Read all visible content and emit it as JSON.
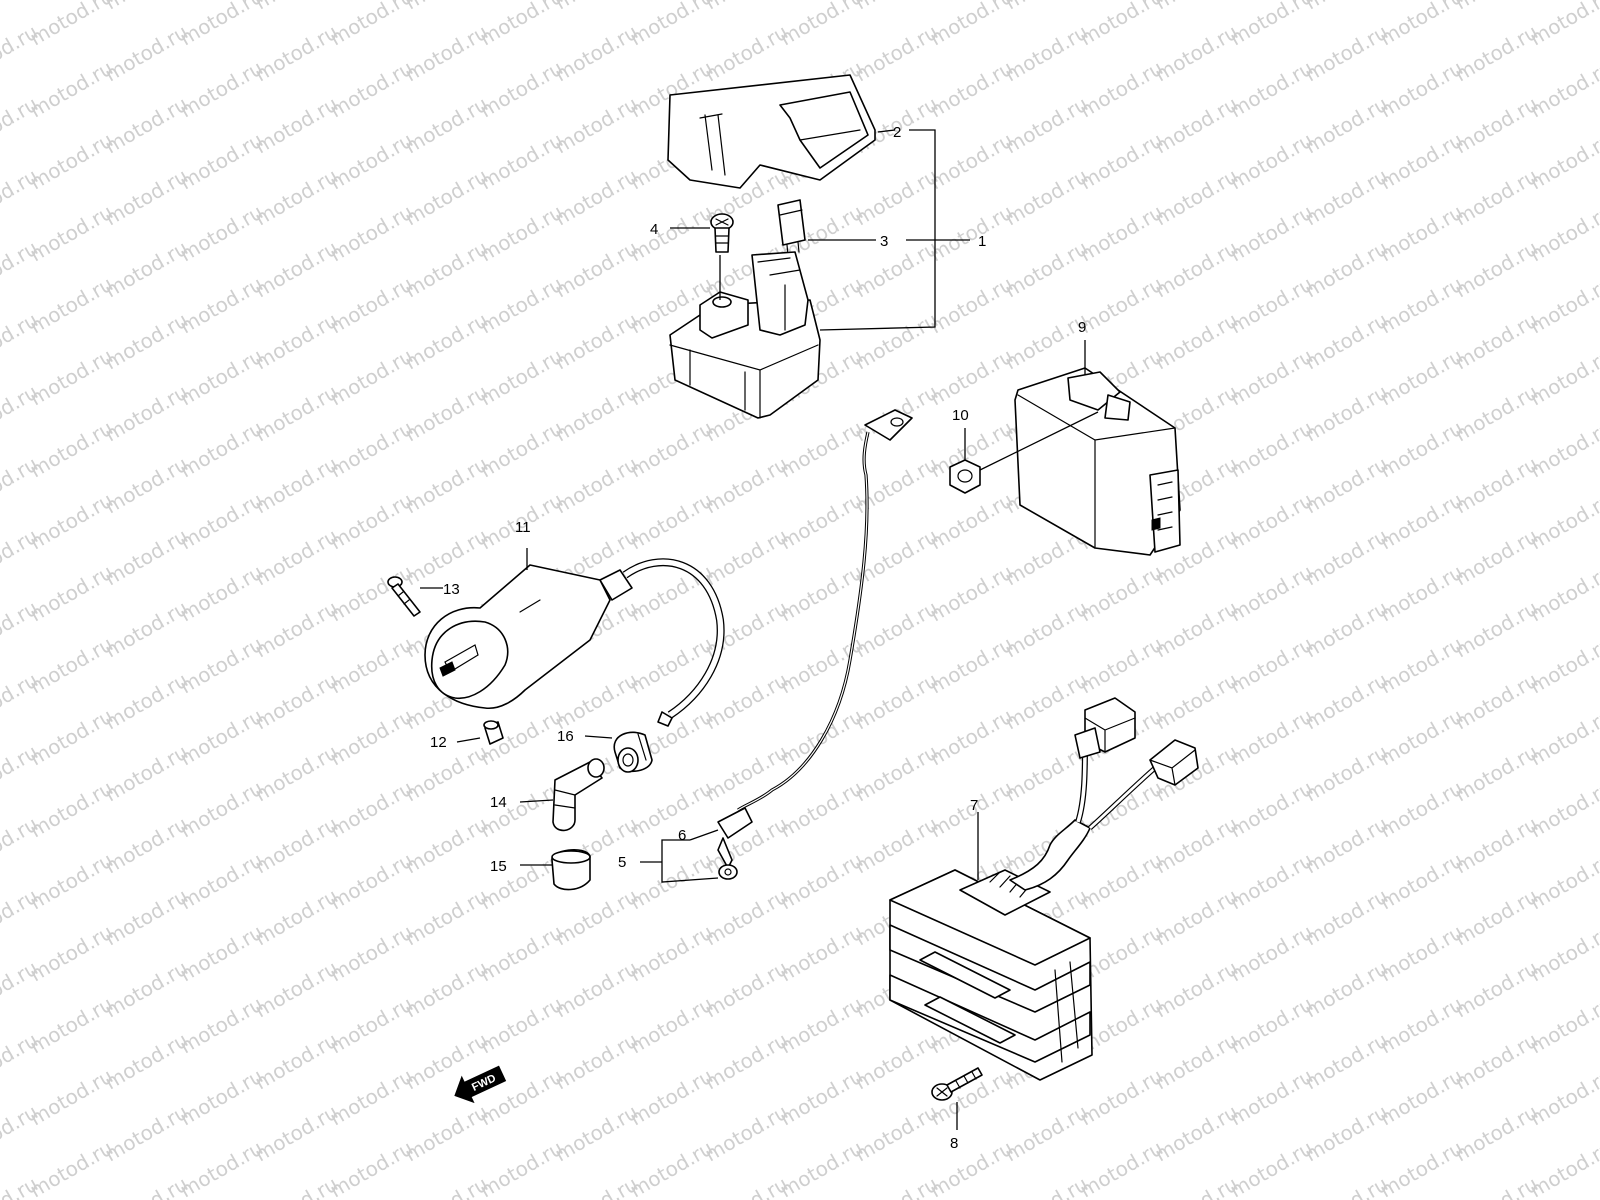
{
  "watermark": "motod.ru",
  "callouts": {
    "c1": "1",
    "c2": "2",
    "c3": "3",
    "c4": "4",
    "c5": "5",
    "c6": "6",
    "c7": "7",
    "c8": "8",
    "c9": "9",
    "c10": "10",
    "c11": "11",
    "c12": "12",
    "c13": "13",
    "c14": "14",
    "c15": "15",
    "c16": "16"
  },
  "fwd_label": "FWD",
  "colors": {
    "line": "#000000",
    "watermark": "#cfcfcf",
    "background": "#ffffff"
  },
  "icons": [
    "fwd-arrow-icon"
  ]
}
